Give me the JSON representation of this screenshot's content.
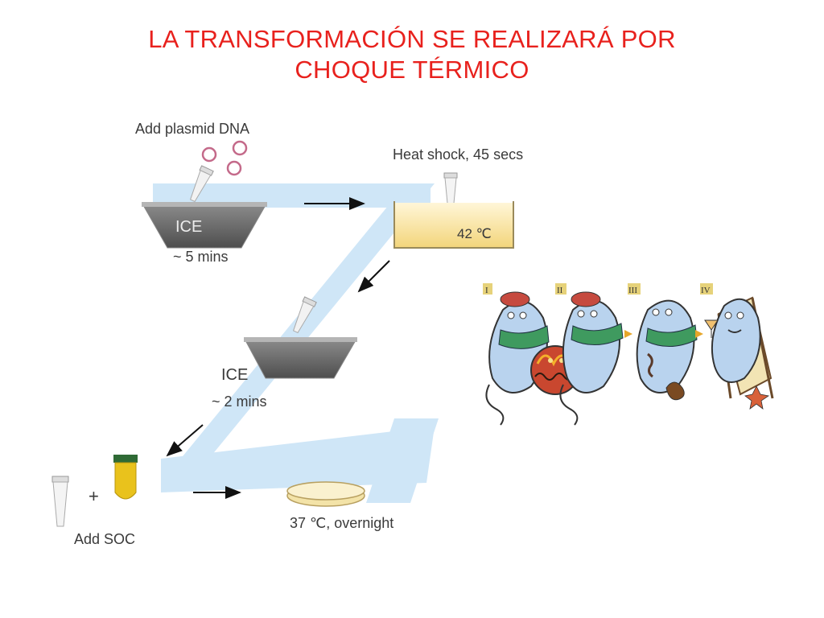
{
  "title": {
    "line1": "LA TRANSFORMACIÓN SE REALIZARÁ POR",
    "line2": "CHOQUE TÉRMICO"
  },
  "steps": {
    "add_plasmid": "Add plasmid DNA",
    "ice1": "ICE",
    "ice1_time": "~ 5 mins",
    "heat_shock": "Heat shock, 45 secs",
    "bath_temp": "42 ℃",
    "ice2": "ICE",
    "ice2_time": "~ 2 mins",
    "plus": "+",
    "add_soc": "Add SOC",
    "incubate": "37 ℃, overnight"
  },
  "cartoon": {
    "panels": [
      "I",
      "II",
      "III",
      "IV"
    ]
  },
  "colors": {
    "title": "#e8211d",
    "z_band": "#cfe6f7",
    "ice_bowl": "#6e6e6e",
    "water_bath": "#f6dc8a",
    "soc_tube": "#e9c21c",
    "bacteria": "#b9d3ee",
    "scarf": "#3f9a5f"
  }
}
